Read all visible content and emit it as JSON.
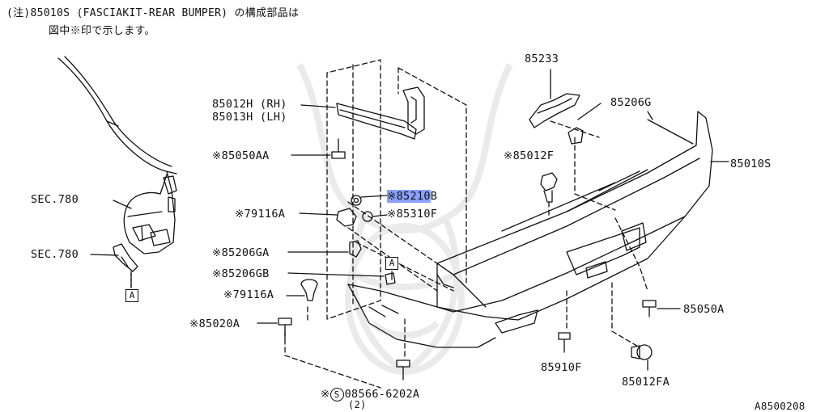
{
  "note": {
    "line1": "(注)85010S (FASCIAKIT-REAR BUMPER) の構成部品は",
    "line2": "図中※印で示します。"
  },
  "labels": {
    "p85233": "85233",
    "p85012h": "85012H (RH)",
    "p85013h": "85013H (LH)",
    "p85206g": "85206G",
    "p85050aa": "※85050AA",
    "p85012f": "※85012F",
    "p85010s": "85010S",
    "sec780a": "SEC.780",
    "p85210_hl": "※85210",
    "p85210_suffix": "B",
    "p79116a_1": "※79116A",
    "p85310f": "※85310F",
    "sec780b": "SEC.780",
    "p85206ga": "※85206GA",
    "p85206gb": "※85206GB",
    "p79116a_2": "※79116A",
    "p85020a": "※85020A",
    "p85050a": "85050A",
    "p08566_prefix": "※",
    "p08566_circle": "S",
    "p08566": "08566-6202A",
    "p08566_qty": "(2)",
    "p85910f": "85910F",
    "p85012fa": "85012FA",
    "ref_a1": "A",
    "ref_a2": "A",
    "diagram_id": "A8500208"
  },
  "colors": {
    "highlight": "#8aa0ff",
    "ink": "#111111"
  }
}
